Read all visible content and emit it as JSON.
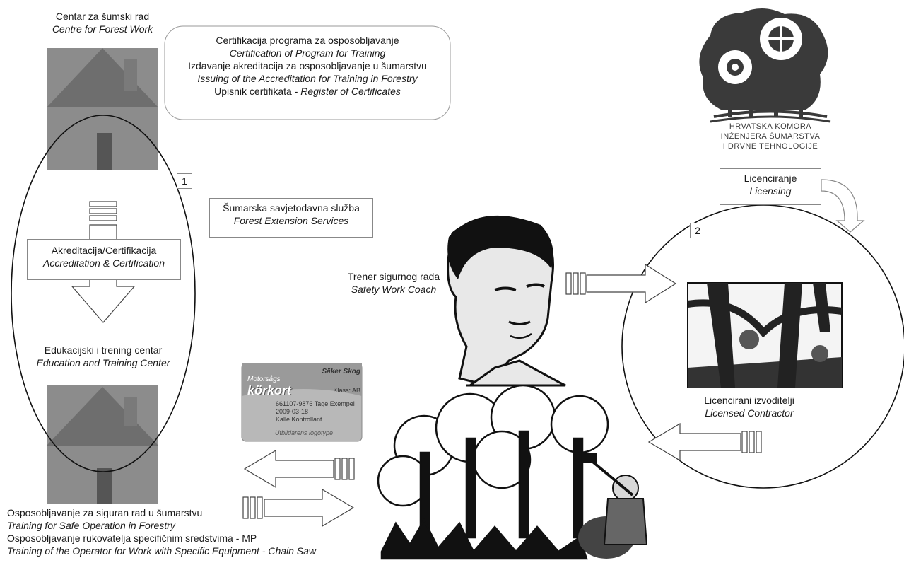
{
  "top_left": {
    "title_hr": "Centar za šumski rad",
    "title_en": "Centre for Forest Work"
  },
  "cert_box": {
    "line1_hr": "Certifikacija programa za osposobljavanje",
    "line1_en": "Certification of Program for Training",
    "line2_hr": "Izdavanje akreditacija za osposobljavanje u šumarstvu",
    "line2_en": "Issuing of the Accreditation for Training in Forestry",
    "line3_hr": "Upisnik certifikata - ",
    "line3_en": "Register of Certificates"
  },
  "marker1": "1",
  "marker2": "2",
  "accreditation": {
    "hr": "Akreditacija/Certifikacija",
    "en": "Accreditation & Certification"
  },
  "extension": {
    "hr": "Šumarska savjetodavna služba",
    "en": "Forest Extension Services"
  },
  "training_center": {
    "hr": "Edukacijski i trening centar",
    "en": "Education and Training Center"
  },
  "bottom_text": {
    "line1_hr": "Osposobljavanje za siguran rad u šumarstvu",
    "line1_en": "Training for Safe Operation in Forestry",
    "line2_hr": "Osposobljavanje rukovatelja specifičnim sredstvima - MP",
    "line2_en": "Training of the Operator for Work with Specific Equipment - Chain Saw"
  },
  "coach": {
    "hr": "Trener sigurnog rada",
    "en": "Safety Work Coach"
  },
  "licensing": {
    "hr": "Licenciranje",
    "en": "Licensing"
  },
  "contractor": {
    "hr": "Licencirani izvoditelji",
    "en": "Licensed Contractor"
  },
  "logo": {
    "line1": "HRVATSKA KOMORA",
    "line2": "INŽENJERA ŠUMARSTVA",
    "line3": "I DRVNE TEHNOLOGIJE"
  },
  "card": {
    "brand_top": "Motorsågs",
    "brand": "körkort",
    "issuer": "Säker Skog",
    "class": "Klass: AB",
    "row1": "661107-9876  Tage Exempel",
    "row2": "2009-03-18",
    "row3": "Kalle Kontrollant",
    "footer": "Utbildarens logotype"
  },
  "colors": {
    "house": "#8c8c8c",
    "roof": "#6e6e6e",
    "door": "#555555",
    "outline": "#111111",
    "logo_dark": "#3a3a3a"
  }
}
